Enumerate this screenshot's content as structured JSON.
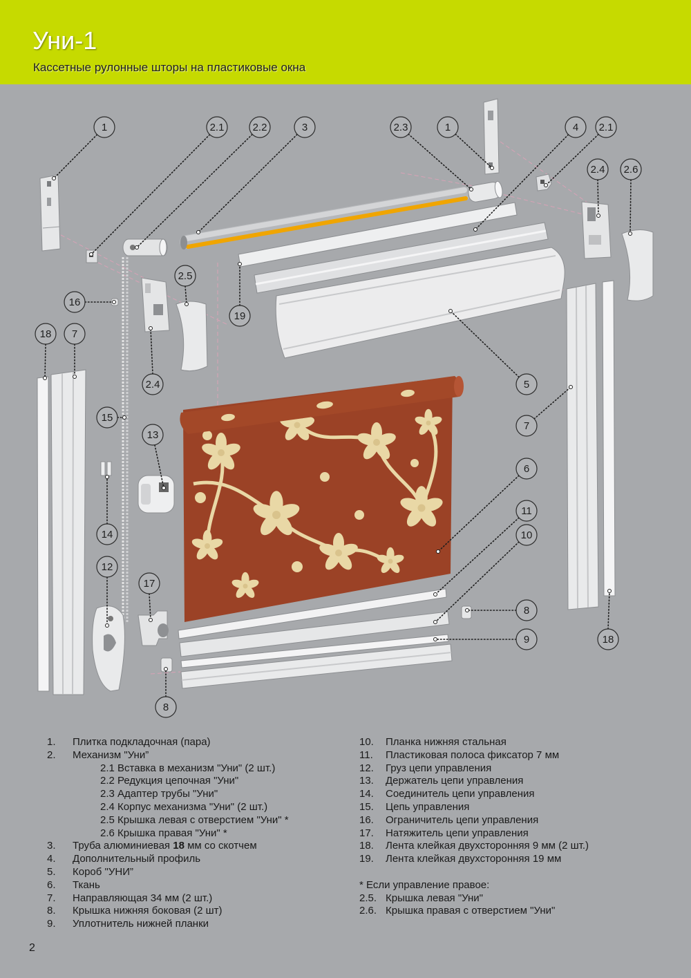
{
  "header": {
    "title": "Уни-1",
    "subtitle": "Кассетные рулонные шторы на пластиковые окна"
  },
  "callouts": [
    "1",
    "2.1",
    "2.2",
    "3",
    "2.3",
    "1",
    "4",
    "2.1",
    "2.4",
    "2.6",
    "2.5",
    "16",
    "19",
    "18",
    "7",
    "2.4",
    "5",
    "15",
    "7",
    "13",
    "6",
    "11",
    "10",
    "14",
    "12",
    "17",
    "8",
    "9",
    "18",
    "8"
  ],
  "parts_left": [
    {
      "num": "1.",
      "text": "Плитка подкладочная (пара)"
    },
    {
      "num": "2.",
      "text": "Механизм \"Уни”",
      "subitems": [
        "2.1 Вставка в механизм \"Уни\" (2 шт.)",
        "2.2 Редукция цепочная \"Уни\"",
        "2.3 Адаптер трубы \"Уни\"",
        "2.4 Корпус механизма \"Уни\" (2 шт.)",
        "2.5 Крышка левая с отверстием \"Уни\" *",
        "2.6 Крышка правая \"Уни\" *"
      ]
    },
    {
      "num": "3.",
      "text_pre": "Труба алюминиевая ",
      "text_bold": "18",
      "text_post": " мм со скотчем"
    },
    {
      "num": "4.",
      "text": "Дополнительный профиль"
    },
    {
      "num": "5.",
      "text": "Короб \"УНИ”"
    },
    {
      "num": "6.",
      "text": "Ткань"
    },
    {
      "num": "7.",
      "text": "Направляющая 34 мм (2 шт.)"
    },
    {
      "num": "8.",
      "text": "Крышка нижняя боковая (2 шт)"
    },
    {
      "num": "9.",
      "text": "Уплотнитель нижней планки"
    }
  ],
  "parts_right": [
    {
      "num": "10.",
      "text": "Планка нижняя стальная"
    },
    {
      "num": "11.",
      "text": "Пластиковая полоса фиксатор 7 мм"
    },
    {
      "num": "12.",
      "text": "Груз цепи управления"
    },
    {
      "num": "13.",
      "text": "Держатель цепи управления"
    },
    {
      "num": "14.",
      "text": "Соединитель цепи управления"
    },
    {
      "num": "15.",
      "text": "Цепь управления"
    },
    {
      "num": "16.",
      "text": "Ограничитель цепи управления"
    },
    {
      "num": "17.",
      "text": "Натяжитель цепи управления"
    },
    {
      "num": "18.",
      "text": "Лента клейкая двухсторонняя 9 мм (2 шт.)"
    },
    {
      "num": "19.",
      "text": "Лента клейкая двухсторонняя 19 мм"
    }
  ],
  "note": {
    "heading": "* Если управление правое:",
    "items": [
      {
        "num": "2.5.",
        "text": "Крышка левая \"Уни\""
      },
      {
        "num": "2.6.",
        "text": "Крышка правая с отверстием \"Уни\""
      }
    ]
  },
  "page_number": "2",
  "colors": {
    "header": "#c6da00",
    "background": "#a7a9ac",
    "fabric": "#9b4226",
    "fabric_pattern": "#e9d8a6",
    "tube_stripe": "#f0a500"
  }
}
